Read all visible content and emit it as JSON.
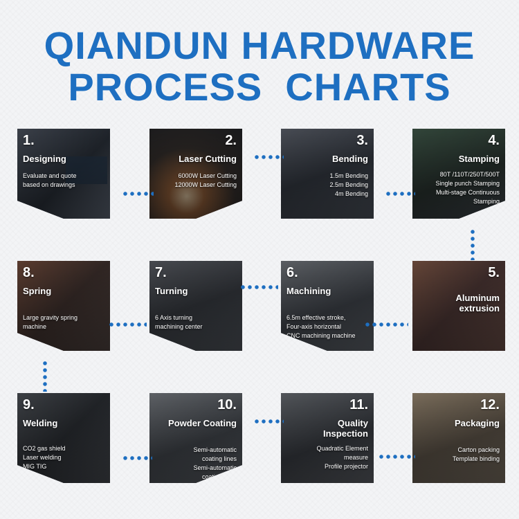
{
  "title": {
    "line1": "QIANDUN HARDWARE",
    "line2": "PROCESS  CHARTS"
  },
  "accent_color": "#1e6fc1",
  "steps": [
    {
      "number": "1.",
      "title": "Designing",
      "lines": [
        "Evaluate and quote",
        "based on drawings"
      ]
    },
    {
      "number": "2.",
      "title": "Laser Cutting",
      "lines": [
        "6000W Laser Cutting",
        "12000W Laser Cutting"
      ]
    },
    {
      "number": "3.",
      "title": "Bending",
      "lines": [
        "1.5m Bending",
        "2.5m Bending",
        "4m Bending"
      ]
    },
    {
      "number": "4.",
      "title": "Stamping",
      "lines": [
        "80T /110T/250T/500T",
        "Single punch Stamping",
        "Multi-stage Continuous",
        "Stamping"
      ]
    },
    {
      "number": "5.",
      "title": "Aluminum\nextrusion",
      "lines": []
    },
    {
      "number": "6.",
      "title": "Machining",
      "lines": [
        "6.5m effective stroke,",
        "Four-axis horizontal",
        "CNC machining machine"
      ]
    },
    {
      "number": "7.",
      "title": "Turning",
      "lines": [
        "6 Axis turning",
        "machining center"
      ]
    },
    {
      "number": "8.",
      "title": "Spring",
      "lines": [
        "Large gravity spring",
        "machine"
      ]
    },
    {
      "number": "9.",
      "title": "Welding",
      "lines": [
        "CO2 gas shield",
        "Laser welding",
        "MIG TIG"
      ]
    },
    {
      "number": "10.",
      "title": "Powder Coating",
      "lines": [
        "Semi-automatic",
        "coating lines",
        "Semi-automatic",
        "coating lines"
      ]
    },
    {
      "number": "11.",
      "title": "Quality\nInspection",
      "lines": [
        "Quadratic Element",
        "measure",
        "Profile projector"
      ]
    },
    {
      "number": "12.",
      "title": "Packaging",
      "lines": [
        "Carton packing",
        "Template binding"
      ]
    }
  ]
}
